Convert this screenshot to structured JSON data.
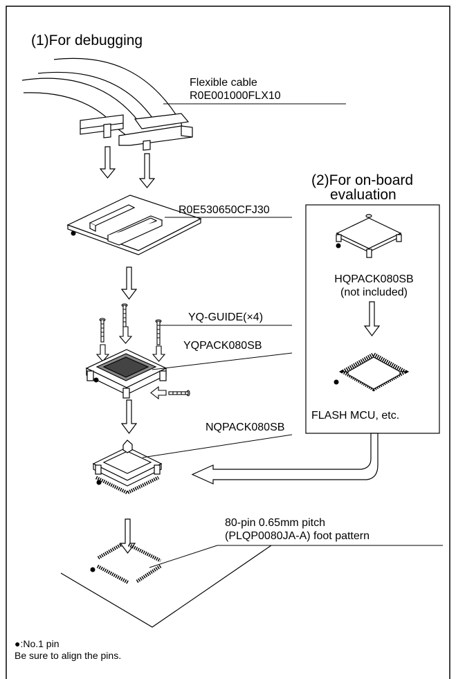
{
  "headings": {
    "debugging": "(1)For debugging",
    "onboard_line1": "(2)For on-board",
    "onboard_line2": "evaluation"
  },
  "labels": {
    "cable_line1": "Flexible cable",
    "cable_line2": "R0E001000FLX10",
    "emulator_board": "R0E530650CFJ30",
    "guide": "YQ-GUIDE(×4)",
    "yqpack": "YQPACK080SB",
    "nqpack": "NQPACK080SB",
    "foot_line1": "80-pin 0.65mm pitch",
    "foot_line2": "(PLQP0080JA-A) foot pattern",
    "hqpack_line1": "HQPACK080SB",
    "hqpack_line2": "(not included)",
    "mcu": "FLASH MCU, etc."
  },
  "notes": {
    "pin_one": "●:No.1 pin",
    "align": "Be sure to align the pins."
  },
  "colors": {
    "line": "#000000",
    "fill": "#ffffff",
    "shade": "#e6e6e6"
  }
}
